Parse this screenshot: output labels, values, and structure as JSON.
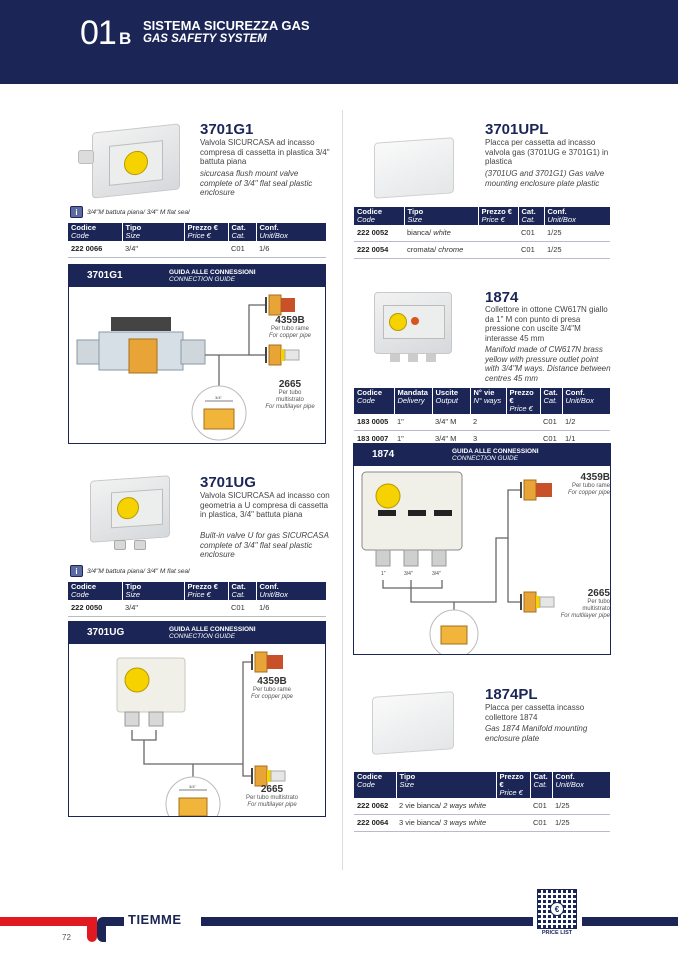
{
  "header": {
    "section_number": "01",
    "section_letter": "B",
    "title_it": "SISTEMA SICUREZZA GAS",
    "title_en": "GAS SAFETY SYSTEM"
  },
  "colors": {
    "navy": "#1b2657",
    "red": "#e11a22",
    "yellow": "#f5d200"
  },
  "table_headers": {
    "code": "Codice",
    "code_en": "Code",
    "size": "Tipo",
    "size_en": "Size",
    "price": "Prezzo €",
    "price_en": "Price €",
    "cat": "Cat.",
    "cat_en": "Cat.",
    "conf": "Conf.",
    "conf_en": "Unit/Box",
    "delivery": "Mandata",
    "delivery_en": "Delivery",
    "output": "Uscite",
    "output_en": "Output",
    "ways": "N° vie",
    "ways_en": "N° ways"
  },
  "guide_header": {
    "it": "GUIDA ALLE CONNESSIONI",
    "en": "CONNECTION GUIDE"
  },
  "fittings": {
    "copper": {
      "code": "4359B",
      "it": "Per tubo rame",
      "en": "For copper pipe"
    },
    "multilayer": {
      "code": "2665",
      "it": "Per tubo multistrato",
      "it_short1": "Per tubo",
      "it_short2": "multistrato",
      "en": "For multilayer pipe"
    },
    "thread_size": "3/4\""
  },
  "products": {
    "p3701g1": {
      "title": "3701G1",
      "desc_it": "Valvola SICURCASA ad incasso compresa di cassetta in plastica 3/4\" battuta piana",
      "desc_en": "sicurcasa flush mount valve complete of 3/4\" flat seal plastic enclosure",
      "info": "3/4\"M battuta piana/ 3/4\" M flat seal",
      "rows": [
        {
          "code": "222 0066",
          "size": "3/4\"",
          "price": "",
          "cat": "C01",
          "conf": "1/6"
        }
      ]
    },
    "p3701upl": {
      "title": "3701UPL",
      "desc_it": "Placca per cassetta ad incasso valvola gas (3701UG e 3701G1) in plastica",
      "desc_en": "(3701UG and 3701G1) Gas valve mounting enclosure plate plastic",
      "rows": [
        {
          "code": "222 0052",
          "size_it": "bianca/",
          "size_en": "white",
          "price": "",
          "cat": "C01",
          "conf": "1/25"
        },
        {
          "code": "222 0054",
          "size_it": "cromata/",
          "size_en": "chrome",
          "price": "",
          "cat": "C01",
          "conf": "1/25"
        }
      ]
    },
    "p1874": {
      "title": "1874",
      "desc_it": "Collettore in ottone CW617N giallo da 1\" M con punto di presa pressione con uscite 3/4\"M interasse 45 mm",
      "desc_en": "Manifold made of CW617N brass yellow with pressure outlet point with 3/4\"M ways. Distance between centres 45 mm",
      "rows": [
        {
          "code": "183 0005",
          "delivery": "1\"",
          "output": "3/4\" M",
          "ways": "2",
          "price": "",
          "cat": "C01",
          "conf": "1/2"
        },
        {
          "code": "183 0007",
          "delivery": "1\"",
          "output": "3/4\" M",
          "ways": "3",
          "price": "",
          "cat": "C01",
          "conf": "1/1"
        }
      ],
      "port_labels": [
        "1\"",
        "3/4\"",
        "3/4\""
      ]
    },
    "p3701ug": {
      "title": "3701UG",
      "desc_it": "Valvola SICURCASA ad incasso con geometria a U compresa di cassetta in plastica, 3/4\" battuta piana",
      "desc_en": "Built-in valve U for gas SICURCASA complete of 3/4\" flat seal plastic enclosure",
      "info": "3/4\"M battuta piana/ 3/4\" M flat seal",
      "rows": [
        {
          "code": "222 0050",
          "size": "3/4\"",
          "price": "",
          "cat": "C01",
          "conf": "1/6"
        }
      ]
    },
    "p1874pl": {
      "title": "1874PL",
      "desc_it": "Placca per cassetta incasso collettore 1874",
      "desc_en": "Gas 1874 Manifold mounting enclosure plate",
      "rows": [
        {
          "code": "222 0062",
          "size_it": "2 vie bianca/",
          "size_en": "2 ways white",
          "price": "",
          "cat": "C01",
          "conf": "1/25"
        },
        {
          "code": "222 0064",
          "size_it": "3 vie bianca/",
          "size_en": "3 ways white",
          "price": "",
          "cat": "C01",
          "conf": "1/25"
        }
      ]
    }
  },
  "footer": {
    "brand": "TIEMME",
    "page_number": "72",
    "qr_label": "PRICE LIST",
    "qr_symbol": "€"
  }
}
